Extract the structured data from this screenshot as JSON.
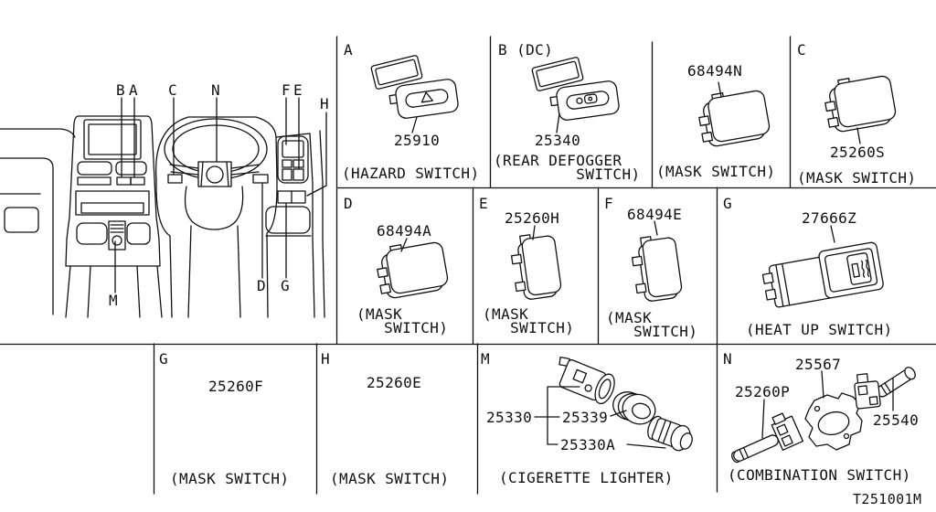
{
  "dashboard": {
    "callouts": [
      "B",
      "A",
      "C",
      "N",
      "F",
      "E",
      "H",
      "D",
      "G",
      "M"
    ]
  },
  "cells": [
    {
      "label": "A",
      "part_number": "25910",
      "caption": "(HAZARD SWITCH)"
    },
    {
      "label": "B (DC)",
      "part_number": "25340",
      "caption": "(REAR DEFOGGER\n         SWITCH)"
    },
    {
      "label": "",
      "part_number": "68494N",
      "caption": "(MASK SWITCH)"
    },
    {
      "label": "C",
      "part_number": "25260S",
      "caption": "(MASK SWITCH)"
    },
    {
      "label": "D",
      "part_number": "68494A",
      "caption": "(MASK\n   SWITCH)"
    },
    {
      "label": "E",
      "part_number": "25260H",
      "caption": "(MASK\n   SWITCH)"
    },
    {
      "label": "F",
      "part_number": "68494E",
      "caption": "(MASK\n   SWITCH)"
    },
    {
      "label": "G",
      "part_number": "27666Z",
      "caption": "(HEAT UP SWITCH)"
    },
    {
      "label": "G",
      "part_number": "25260F",
      "caption": "(MASK SWITCH)"
    },
    {
      "label": "H",
      "part_number": "25260E",
      "caption": "(MASK SWITCH)"
    },
    {
      "label": "M",
      "part_numbers": [
        "25330",
        "25339",
        "25330A"
      ],
      "caption": "(CIGERETTE LIGHTER)"
    },
    {
      "label": "N",
      "part_numbers": [
        "25260P",
        "25567",
        "25540"
      ],
      "caption": "(COMBINATION SWITCH)"
    }
  ],
  "footer": {
    "diagram_code": "T251001M"
  },
  "colors": {
    "line": "#111111",
    "background": "#ffffff"
  }
}
